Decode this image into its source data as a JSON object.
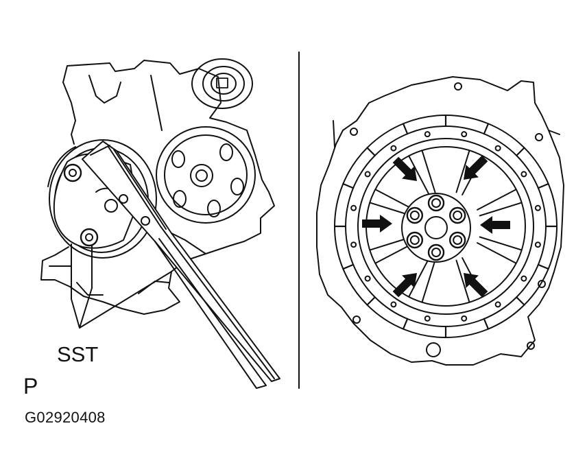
{
  "labels": {
    "sst": "SST",
    "p": "P",
    "figure_code": "G02920408"
  },
  "colors": {
    "ink": "#111111",
    "paper": "#ffffff"
  }
}
